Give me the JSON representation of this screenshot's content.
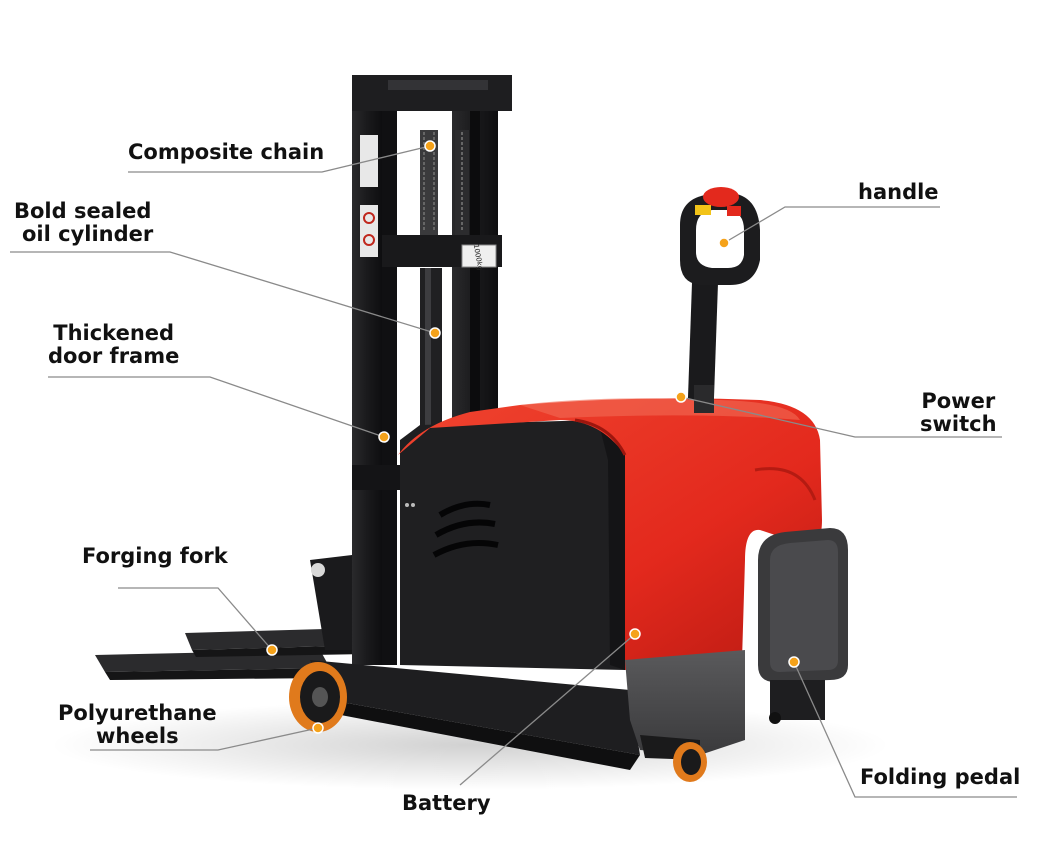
{
  "labels": {
    "composite_chain": "Composite chain",
    "oil_cylinder": [
      "Bold sealed",
      "oil cylinder"
    ],
    "door_frame": [
      "Thickened",
      "door frame"
    ],
    "forging_fork": "Forging fork",
    "polyurethane_wheels": [
      "Polyurethane",
      "wheels"
    ],
    "battery": "Battery",
    "handle": "handle",
    "power_switch": [
      "Power",
      "switch"
    ],
    "folding_pedal": "Folding pedal"
  },
  "mast_plate": "1000kg",
  "colors": {
    "body_red": "#e3291d",
    "frame_black": "#1c1c1e",
    "marker": "#f5a21a",
    "leader": "#8a8a8a",
    "wheel_orange": "#e07a1c"
  }
}
